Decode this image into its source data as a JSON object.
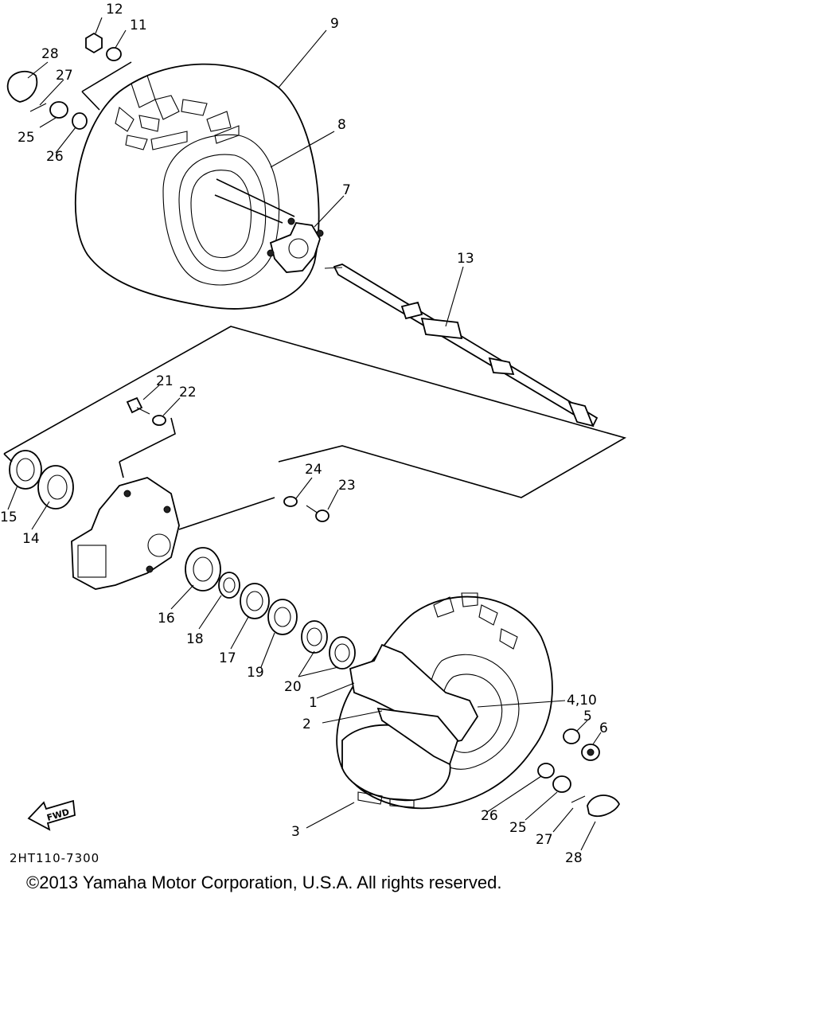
{
  "diagram": {
    "drawing_code": "2HT110-7300",
    "fwd_label": "FWD",
    "copyright": "©2013 Yamaha Motor Corporation, U.S.A. All rights reserved.",
    "callouts": {
      "c12a": "12",
      "c11": "11",
      "c9": "9",
      "c28a": "28",
      "c27a": "27",
      "c25a": "25",
      "c26a": "26",
      "c8": "8",
      "c7": "7",
      "c13": "13",
      "c21": "21",
      "c22": "22",
      "c15": "15",
      "c14": "14",
      "c24": "24",
      "c23": "23",
      "c16": "16",
      "c18": "18",
      "c17": "17",
      "c19": "19",
      "c20": "20",
      "c1": "1",
      "c2": "2",
      "c410": "4,10",
      "c5": "5",
      "c6": "6",
      "c3": "3",
      "c26b": "26",
      "c25b": "25",
      "c27b": "27",
      "c28b": "28"
    }
  }
}
